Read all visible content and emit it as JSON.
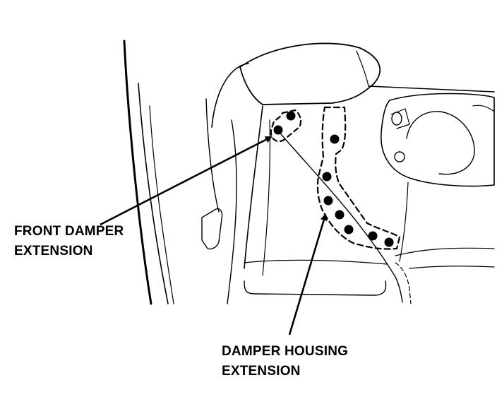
{
  "labels": {
    "front_damper": {
      "line1": "FRONT DAMPER",
      "line2": "EXTENSION"
    },
    "damper_housing": {
      "line1": "DAMPER HOUSING",
      "line2": "EXTENSION"
    }
  },
  "colors": {
    "ink": "#000000",
    "paper": "#ffffff"
  }
}
